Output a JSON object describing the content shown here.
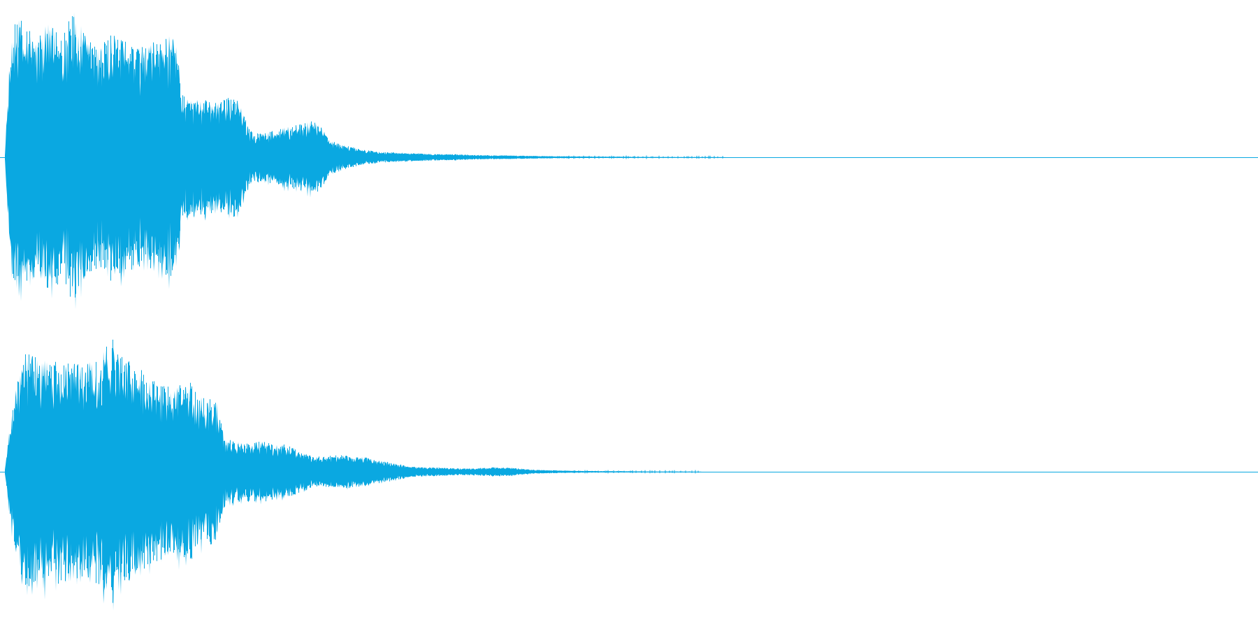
{
  "waveform": {
    "color": "#0aa8e1",
    "background": "#ffffff",
    "channels": [
      {
        "name": "channel-1",
        "envelope": [
          [
            0.0,
            0.02
          ],
          [
            0.003,
            0.55
          ],
          [
            0.008,
            0.95
          ],
          [
            0.015,
            0.88
          ],
          [
            0.025,
            0.8
          ],
          [
            0.035,
            0.88
          ],
          [
            0.045,
            0.82
          ],
          [
            0.055,
            0.96
          ],
          [
            0.065,
            0.8
          ],
          [
            0.075,
            0.72
          ],
          [
            0.085,
            0.82
          ],
          [
            0.095,
            0.78
          ],
          [
            0.105,
            0.72
          ],
          [
            0.115,
            0.75
          ],
          [
            0.125,
            0.78
          ],
          [
            0.133,
            0.8
          ],
          [
            0.138,
            0.7
          ],
          [
            0.142,
            0.42
          ],
          [
            0.15,
            0.38
          ],
          [
            0.16,
            0.38
          ],
          [
            0.17,
            0.36
          ],
          [
            0.18,
            0.4
          ],
          [
            0.186,
            0.38
          ],
          [
            0.191,
            0.28
          ],
          [
            0.195,
            0.18
          ],
          [
            0.205,
            0.16
          ],
          [
            0.215,
            0.18
          ],
          [
            0.225,
            0.2
          ],
          [
            0.235,
            0.22
          ],
          [
            0.245,
            0.24
          ],
          [
            0.252,
            0.22
          ],
          [
            0.258,
            0.12
          ],
          [
            0.27,
            0.08
          ],
          [
            0.285,
            0.05
          ],
          [
            0.3,
            0.035
          ],
          [
            0.32,
            0.028
          ],
          [
            0.34,
            0.022
          ],
          [
            0.36,
            0.02
          ],
          [
            0.38,
            0.014
          ],
          [
            0.4,
            0.012
          ],
          [
            0.42,
            0.009
          ],
          [
            0.44,
            0.007
          ],
          [
            0.46,
            0.005
          ],
          [
            0.48,
            0.004
          ],
          [
            0.5,
            0.003
          ],
          [
            0.52,
            0.002
          ],
          [
            0.545,
            0.001
          ],
          [
            0.565,
            0.0008
          ],
          [
            0.58,
            0.0
          ]
        ]
      },
      {
        "name": "channel-2",
        "envelope": [
          [
            0.0,
            0.02
          ],
          [
            0.004,
            0.3
          ],
          [
            0.01,
            0.6
          ],
          [
            0.016,
            0.78
          ],
          [
            0.025,
            0.76
          ],
          [
            0.035,
            0.72
          ],
          [
            0.045,
            0.74
          ],
          [
            0.06,
            0.72
          ],
          [
            0.075,
            0.74
          ],
          [
            0.085,
            0.88
          ],
          [
            0.095,
            0.76
          ],
          [
            0.105,
            0.7
          ],
          [
            0.115,
            0.62
          ],
          [
            0.125,
            0.58
          ],
          [
            0.135,
            0.55
          ],
          [
            0.145,
            0.62
          ],
          [
            0.155,
            0.5
          ],
          [
            0.165,
            0.48
          ],
          [
            0.17,
            0.44
          ],
          [
            0.175,
            0.22
          ],
          [
            0.185,
            0.2
          ],
          [
            0.195,
            0.19
          ],
          [
            0.205,
            0.2
          ],
          [
            0.215,
            0.18
          ],
          [
            0.225,
            0.18
          ],
          [
            0.235,
            0.14
          ],
          [
            0.245,
            0.1
          ],
          [
            0.255,
            0.1
          ],
          [
            0.265,
            0.11
          ],
          [
            0.275,
            0.11
          ],
          [
            0.285,
            0.1
          ],
          [
            0.295,
            0.08
          ],
          [
            0.31,
            0.06
          ],
          [
            0.32,
            0.04
          ],
          [
            0.33,
            0.03
          ],
          [
            0.345,
            0.028
          ],
          [
            0.36,
            0.022
          ],
          [
            0.375,
            0.024
          ],
          [
            0.39,
            0.03
          ],
          [
            0.405,
            0.025
          ],
          [
            0.42,
            0.014
          ],
          [
            0.44,
            0.009
          ],
          [
            0.46,
            0.006
          ],
          [
            0.48,
            0.004
          ],
          [
            0.5,
            0.003
          ],
          [
            0.52,
            0.0015
          ],
          [
            0.545,
            0.001
          ],
          [
            0.56,
            0.0
          ]
        ]
      }
    ]
  }
}
